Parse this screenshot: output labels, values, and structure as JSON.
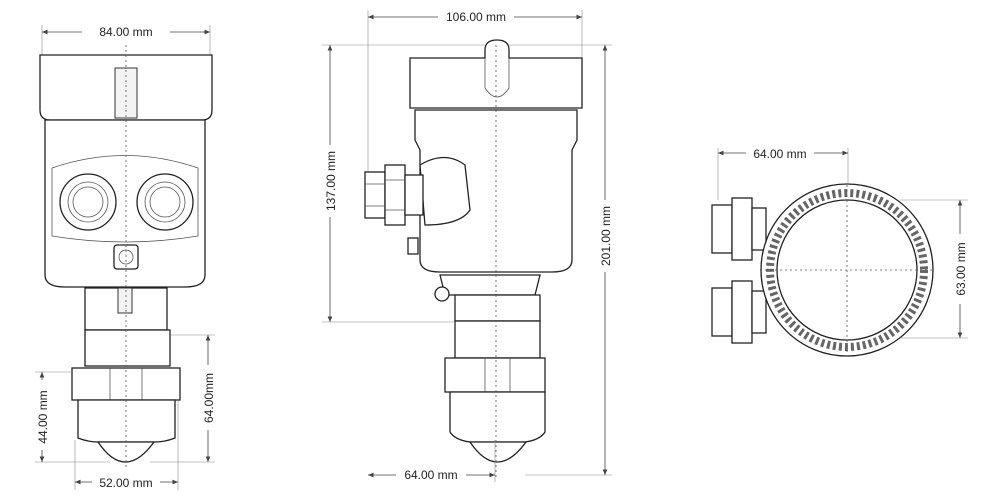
{
  "drawing": {
    "front_view": {
      "width_top": "84.00 mm",
      "height_lower": "44.00 mm",
      "height_bottom_section": "64.00mm",
      "width_bottom": "52.00 mm"
    },
    "side_view": {
      "width_total": "106.00 mm",
      "height_upper": "137.00 mm",
      "height_total": "201.00 mm",
      "width_bottom": "64.00 mm"
    },
    "top_view": {
      "width": "64.00 mm",
      "height": "63.00 mm"
    }
  }
}
